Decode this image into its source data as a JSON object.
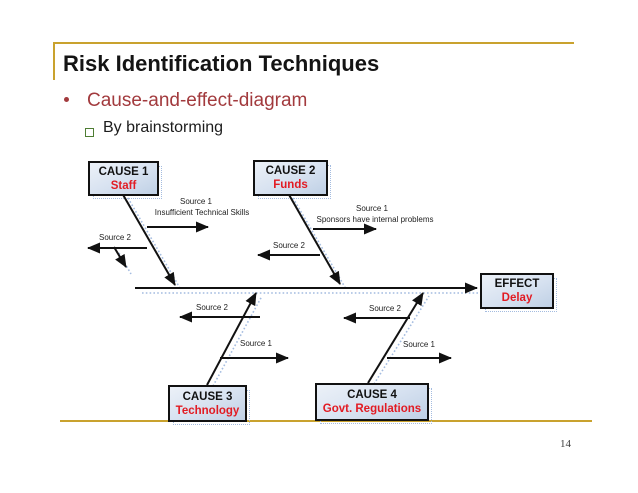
{
  "slide": {
    "title": "Risk Identification Techniques",
    "bullet": "Cause-and-effect-diagram",
    "sub_bullet": "By brainstorming",
    "page_number": "14"
  },
  "colors": {
    "accent_gold": "#c9a22e",
    "bullet_red": "#a23a3d",
    "box_value_red": "#e21b23",
    "box_fill_light_blue": "#d6e1f0",
    "shadow_dotted_blue": "#a4bce0",
    "line_black": "#111111"
  },
  "diagram": {
    "boxes": [
      {
        "title": "CAUSE 1",
        "value": "Staff"
      },
      {
        "title": "CAUSE 2",
        "value": "Funds"
      },
      {
        "title": "EFFECT",
        "value": "Delay"
      },
      {
        "title": "CAUSE 3",
        "value": "Technology"
      },
      {
        "title": "CAUSE 4",
        "value": "Govt. Regulations"
      }
    ],
    "labels": {
      "c1_s1_title": "Source 1",
      "c1_s1_desc": "Insufficient Technical Skills",
      "c1_s2": "Source 2",
      "c2_s1_title": "Source 1",
      "c2_s1_desc": "Sponsors have internal problems",
      "c2_s2": "Source 2",
      "c3_s2": "Source 2",
      "c3_s1": "Source 1",
      "c4_s2": "Source 2",
      "c4_s1": "Source 1"
    }
  }
}
